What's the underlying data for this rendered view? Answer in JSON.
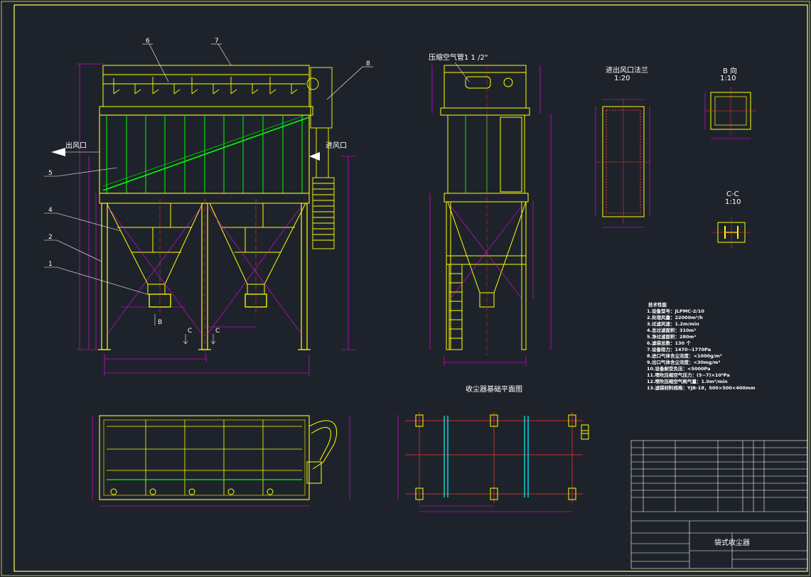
{
  "labels": {
    "outlet": "出风口",
    "inlet": "进风口",
    "compressed_air": "压缩空气管1 1 /2\"",
    "flange_title": "进出风口法兰",
    "flange_scale": "1:20",
    "b_view_title": "B 向",
    "b_view_scale": "1:10",
    "cc_title": "C-C",
    "cc_scale": "1:10",
    "foundation_title": "收尘器基础平面图",
    "section_b": "B",
    "section_c1": "C",
    "section_c2": "C",
    "title_block_name": "袋式收尘器"
  },
  "part_callouts": [
    "1",
    "2",
    "4",
    "5",
    "6",
    "7",
    "8"
  ],
  "spec": {
    "heading": "技术性能",
    "lines": [
      "1.设备型号：JLPMC-2/10",
      "2.处理风量：22000m³/h",
      "3.过滤风速：1.2m/min",
      "4.总过滤面积：310m²",
      "5.净过滤面积：280m²",
      "6.滤袋总数：130 个",
      "7.设备阻力：1470~1770Pa",
      "8.进口气体含尘浓度：<1000g/m³",
      "9.出口气体含尘浓度：<30mg/m³",
      "10.设备耐受负压：<5000Pa",
      "11.喷吹压缩空气压力：(5~7)×10⁵Pa",
      "12.喷吹压缩空气耗气量：1.0m³/min",
      "13.滤袋材料规格：YJB-18，500×500×400mm"
    ]
  },
  "colors": {
    "background": "#1e232b",
    "frame": "#ffff66",
    "structure": "#ffff00",
    "internals": "#00ff00",
    "centerline": "#ff3333",
    "dimension": "#ff00ff",
    "accent": "#00ffff",
    "text": "#ffffff"
  }
}
